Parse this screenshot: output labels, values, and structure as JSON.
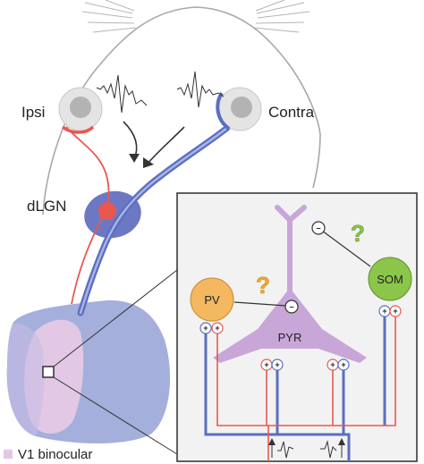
{
  "labels": {
    "ipsi": "Ipsi",
    "contra": "Contra",
    "dlgn": "dLGN",
    "legend": "V1 binocular"
  },
  "cells": {
    "pv": {
      "label": "PV",
      "color": "#f4b860"
    },
    "som": {
      "label": "SOM",
      "color": "#8bc64a"
    },
    "pyr": {
      "label": "PYR",
      "color": "#c8a6d8"
    }
  },
  "signs": {
    "plus": "+",
    "minus": "−",
    "question": "?"
  },
  "colors": {
    "ipsi_path": "#e8584f",
    "contra_path": "#5a6fbf",
    "v1_area": "#9aa6d8",
    "binocular_zone": "#e2c8e4",
    "inset_bg": "#f2f2f2",
    "question": "#f0a830",
    "question_green": "#8bc64a"
  }
}
